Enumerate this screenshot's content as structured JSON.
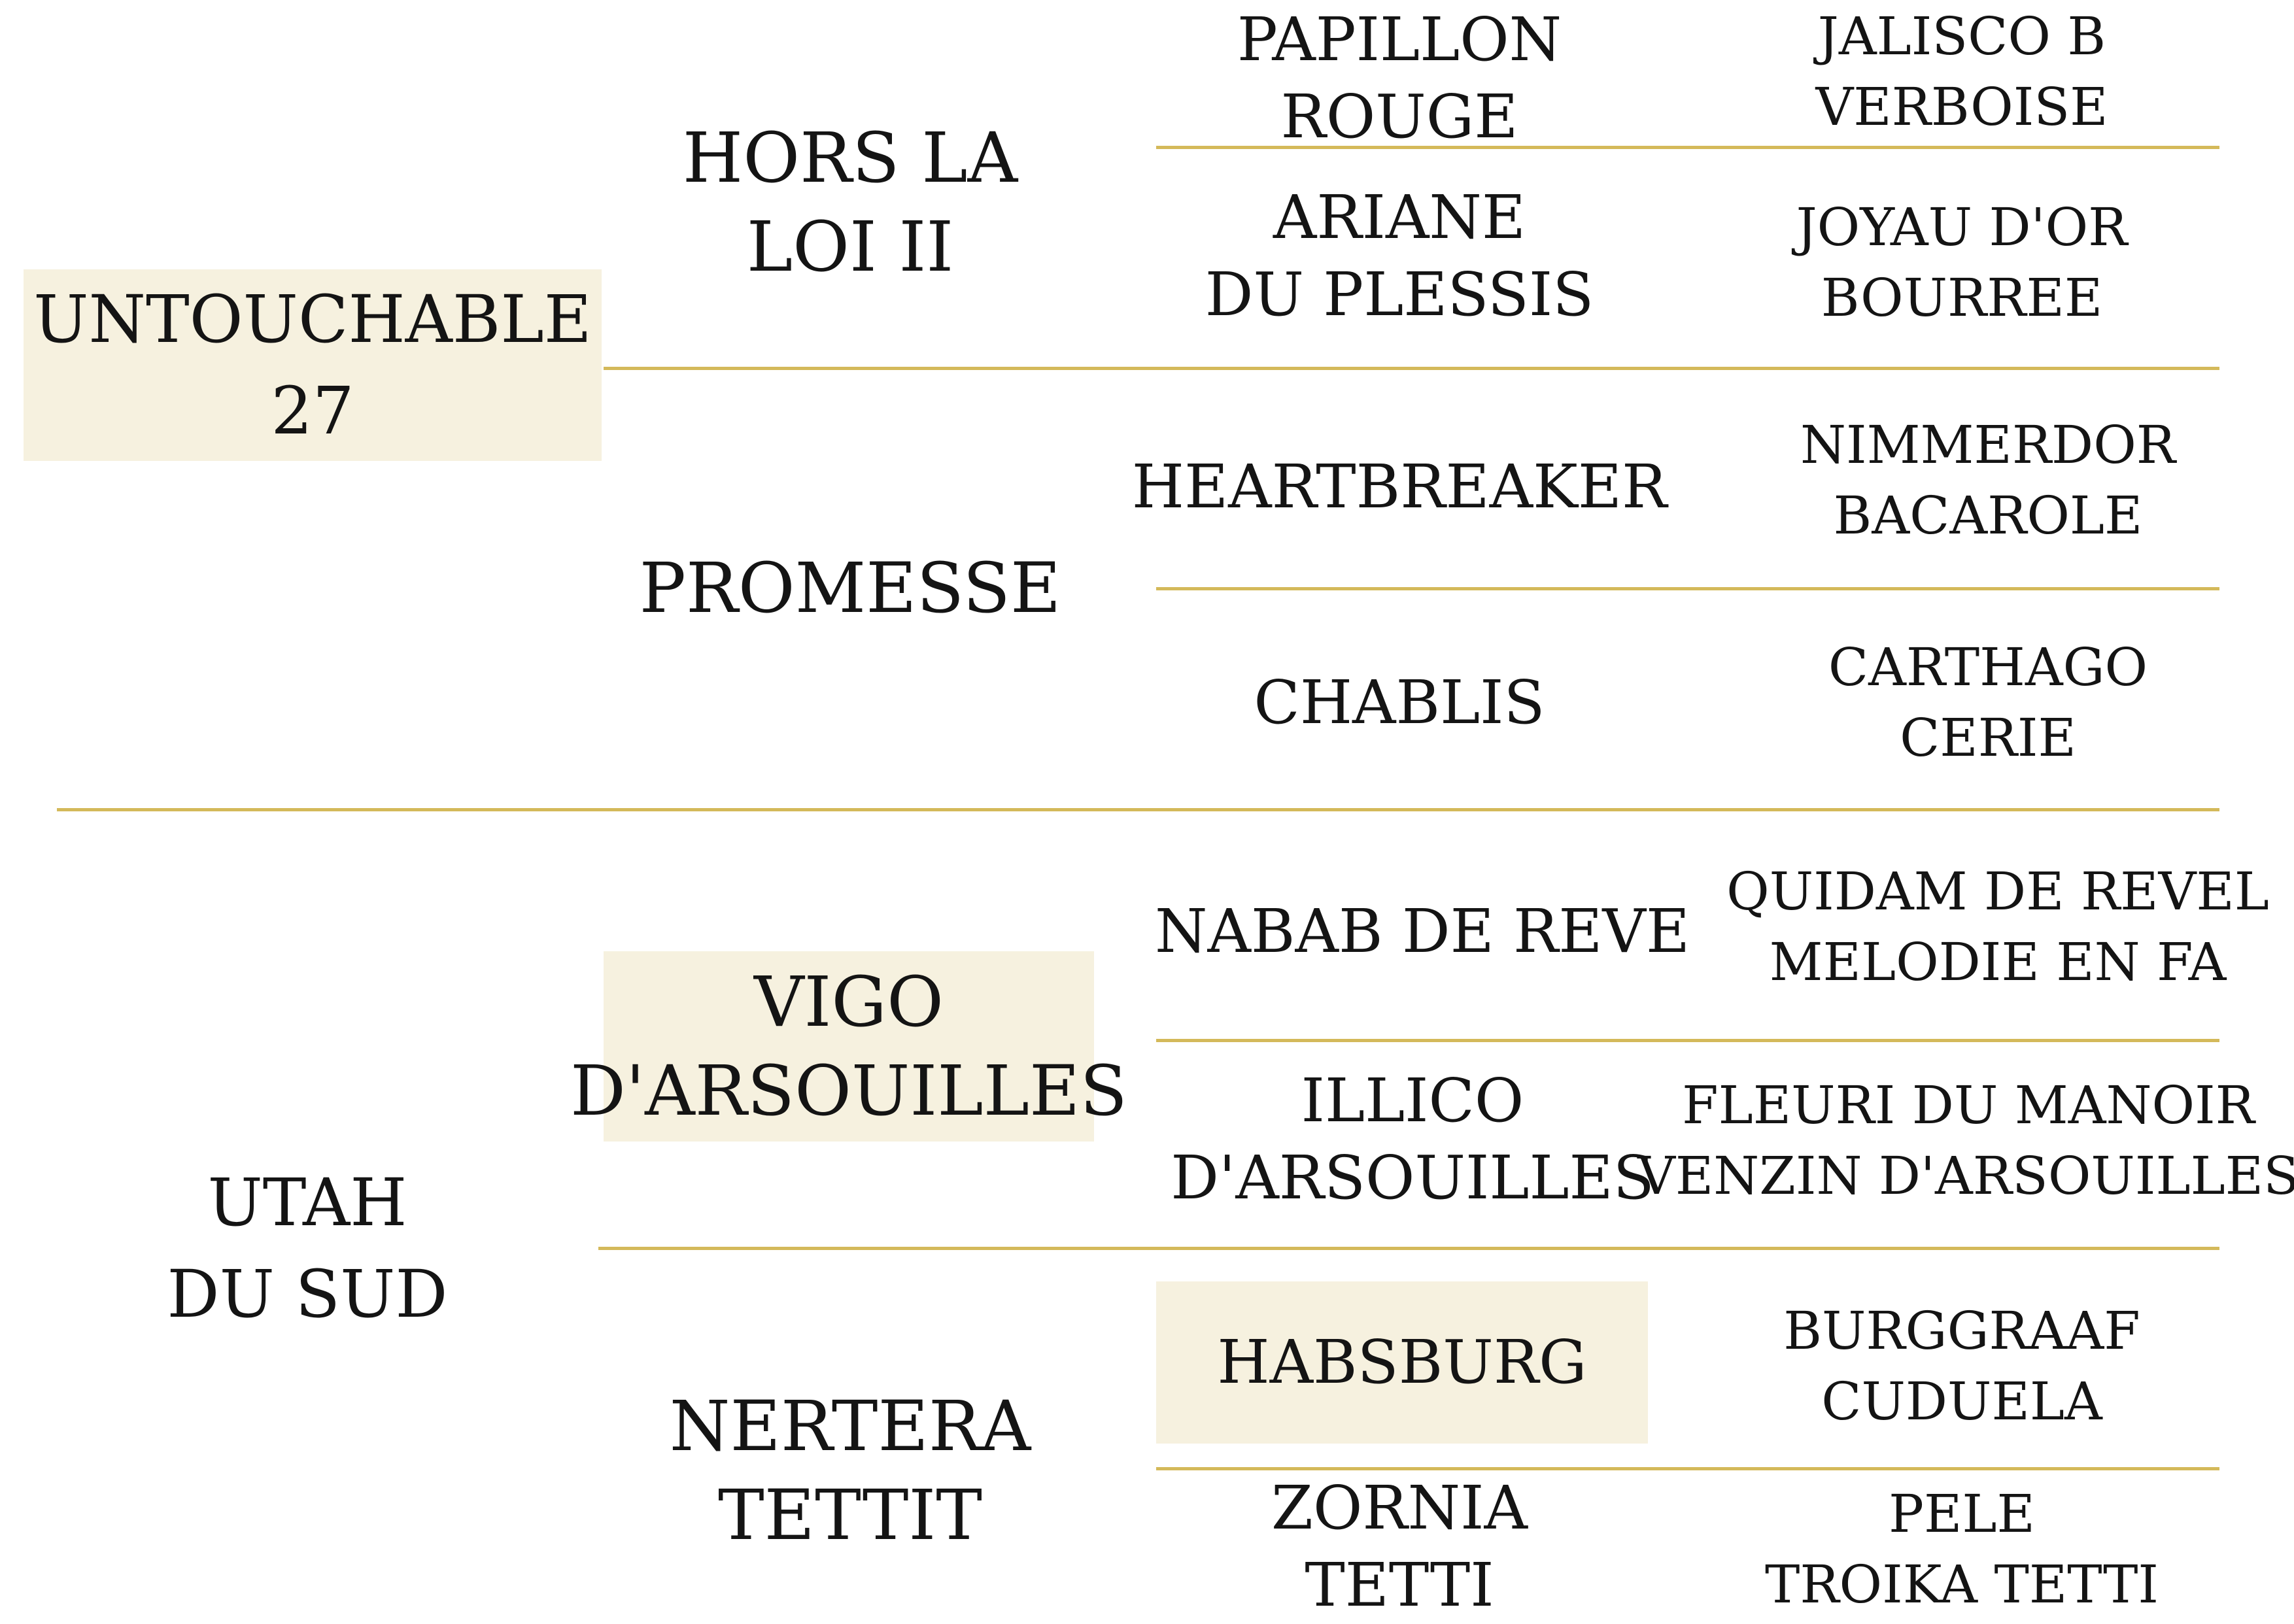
{
  "colors": {
    "line": "#d4b95a",
    "highlight": "#f6f1df",
    "text": "#141414"
  },
  "subject": {
    "name_line1": "UNTOUCHABLE",
    "name_line2": "27"
  },
  "sire": {
    "line1": "HORS LA",
    "line2": "LOI  II",
    "sire": {
      "line1": "PAPILLON",
      "line2": "ROUGE"
    },
    "dam": {
      "line1": "ARIANE",
      "line2": "DU PLESSIS"
    },
    "ss_parents": {
      "line1": "JALISCO B",
      "line2": "VERBOISE"
    },
    "sd_parents": {
      "line1": "JOYAU D'OR",
      "line2": "BOURREE"
    }
  },
  "sire_dam": {
    "line1": "PROMESSE",
    "sire": {
      "line1": "HEARTBREAKER"
    },
    "dam": {
      "line1": "CHABLIS"
    },
    "ds_parents": {
      "line1": "NIMMERDOR",
      "line2": "BACAROLE"
    },
    "dd_parents": {
      "line1": "CARTHAGO",
      "line2": "CERIE"
    }
  },
  "dam": {
    "line1": "UTAH",
    "line2": "DU SUD",
    "sire": {
      "line1": "VIGO",
      "line2": "D'ARSOUILLES",
      "sire": {
        "line1": "NABAB DE REVE"
      },
      "dam": {
        "line1": "ILLICO",
        "line2": "D'ARSOUILLES"
      },
      "ss_parents": {
        "line1": "QUIDAM DE REVEL",
        "line2": "MELODIE EN FA"
      },
      "sd_parents": {
        "line1": "FLEURI DU MANOIR",
        "line2": "VENZIN D'ARSOUILLES"
      }
    },
    "dam": {
      "line1": "NERTERA",
      "line2": "TETTIT",
      "sire": {
        "line1": "HABSBURG"
      },
      "dam": {
        "line1": "ZORNIA",
        "line2": "TETTI"
      },
      "ds_parents": {
        "line1": "BURGGRAAF",
        "line2": "CUDUELA"
      },
      "dd_parents": {
        "line1": "PELE",
        "line2": "TROIKA TETTI"
      }
    }
  }
}
